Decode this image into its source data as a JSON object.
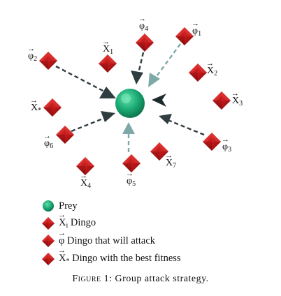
{
  "figure": {
    "agents": [
      {
        "id": "X1",
        "label_base": "X",
        "label_sub": "1",
        "kind": "dingo"
      },
      {
        "id": "X2",
        "label_base": "X",
        "label_sub": "2",
        "kind": "dingo"
      },
      {
        "id": "X3",
        "label_base": "X",
        "label_sub": "3",
        "kind": "dingo"
      },
      {
        "id": "X4",
        "label_base": "X",
        "label_sub": "4",
        "kind": "dingo"
      },
      {
        "id": "X7",
        "label_base": "X",
        "label_sub": "7",
        "kind": "dingo"
      },
      {
        "id": "Xstar",
        "label_base": "X",
        "label_sub": "*",
        "kind": "best"
      },
      {
        "id": "phi1",
        "label_base": "φ",
        "label_sub": "1",
        "kind": "attacker"
      },
      {
        "id": "phi2",
        "label_base": "φ",
        "label_sub": "2",
        "kind": "attacker"
      },
      {
        "id": "phi3",
        "label_base": "φ",
        "label_sub": "3",
        "kind": "attacker"
      },
      {
        "id": "phi4",
        "label_base": "φ",
        "label_sub": "4",
        "kind": "attacker"
      },
      {
        "id": "phi5",
        "label_base": "φ",
        "label_sub": "5",
        "kind": "attacker"
      },
      {
        "id": "phi6",
        "label_base": "φ",
        "label_sub": "6",
        "kind": "attacker"
      }
    ],
    "legend": [
      {
        "symbol": "circle",
        "symbol_base": "",
        "symbol_sub": "",
        "text": "Prey"
      },
      {
        "symbol": "diamond",
        "symbol_base": "X",
        "symbol_sub": "i",
        "text": "Dingo"
      },
      {
        "symbol": "diamond",
        "symbol_base": "φ",
        "symbol_sub": "",
        "text": "Dingo that will attack"
      },
      {
        "symbol": "diamond",
        "symbol_base": "X",
        "symbol_sub": "*",
        "text": "Dingo with the best fitness"
      }
    ],
    "caption_prefix": "Figure 1",
    "caption_text": ": Group attack strategy.",
    "colors": {
      "prey": "#1aa872",
      "dingo": "#cc1f1f",
      "arrow_dark": "#2f3d40",
      "arrow_light": "#7fa8a8"
    }
  }
}
